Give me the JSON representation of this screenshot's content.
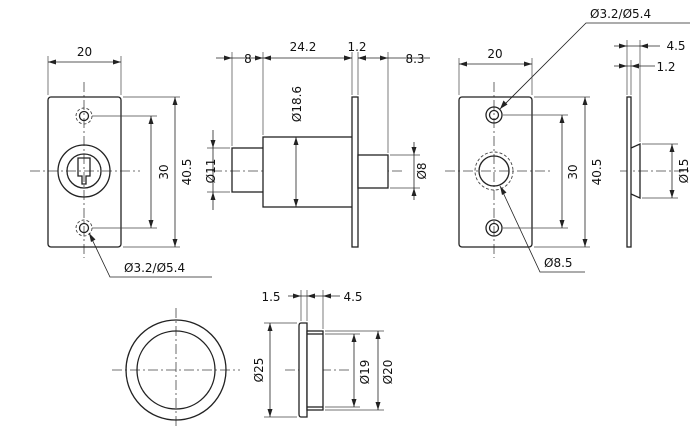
{
  "views": {
    "front_key": {
      "width": "20",
      "hole_pitch": "30",
      "height": "40.5",
      "hole_dia": "Ø3.2/Ø5.4"
    },
    "side": {
      "bolt_length": "8",
      "body_length": "24.2",
      "flange_thickness": "1.2",
      "bolt_projection": "8.3",
      "body_dia": "Ø18.6",
      "neck_dia": "Ø11",
      "bolt_dia": "Ø8"
    },
    "back": {
      "hole_dia": "Ø3.2/Ø5.4",
      "width": "20",
      "hole_pitch": "30",
      "height": "40.5",
      "bolt_hole_dia": "Ø8.5"
    },
    "side_thin": {
      "overall": "4.5",
      "plate": "1.2",
      "bore_dia": "Ø15"
    },
    "escutcheon": {
      "flange": "1.5",
      "length": "4.5",
      "outer_dia": "Ø25",
      "inner_dia": "Ø19",
      "collar_dia": "Ø20"
    }
  }
}
